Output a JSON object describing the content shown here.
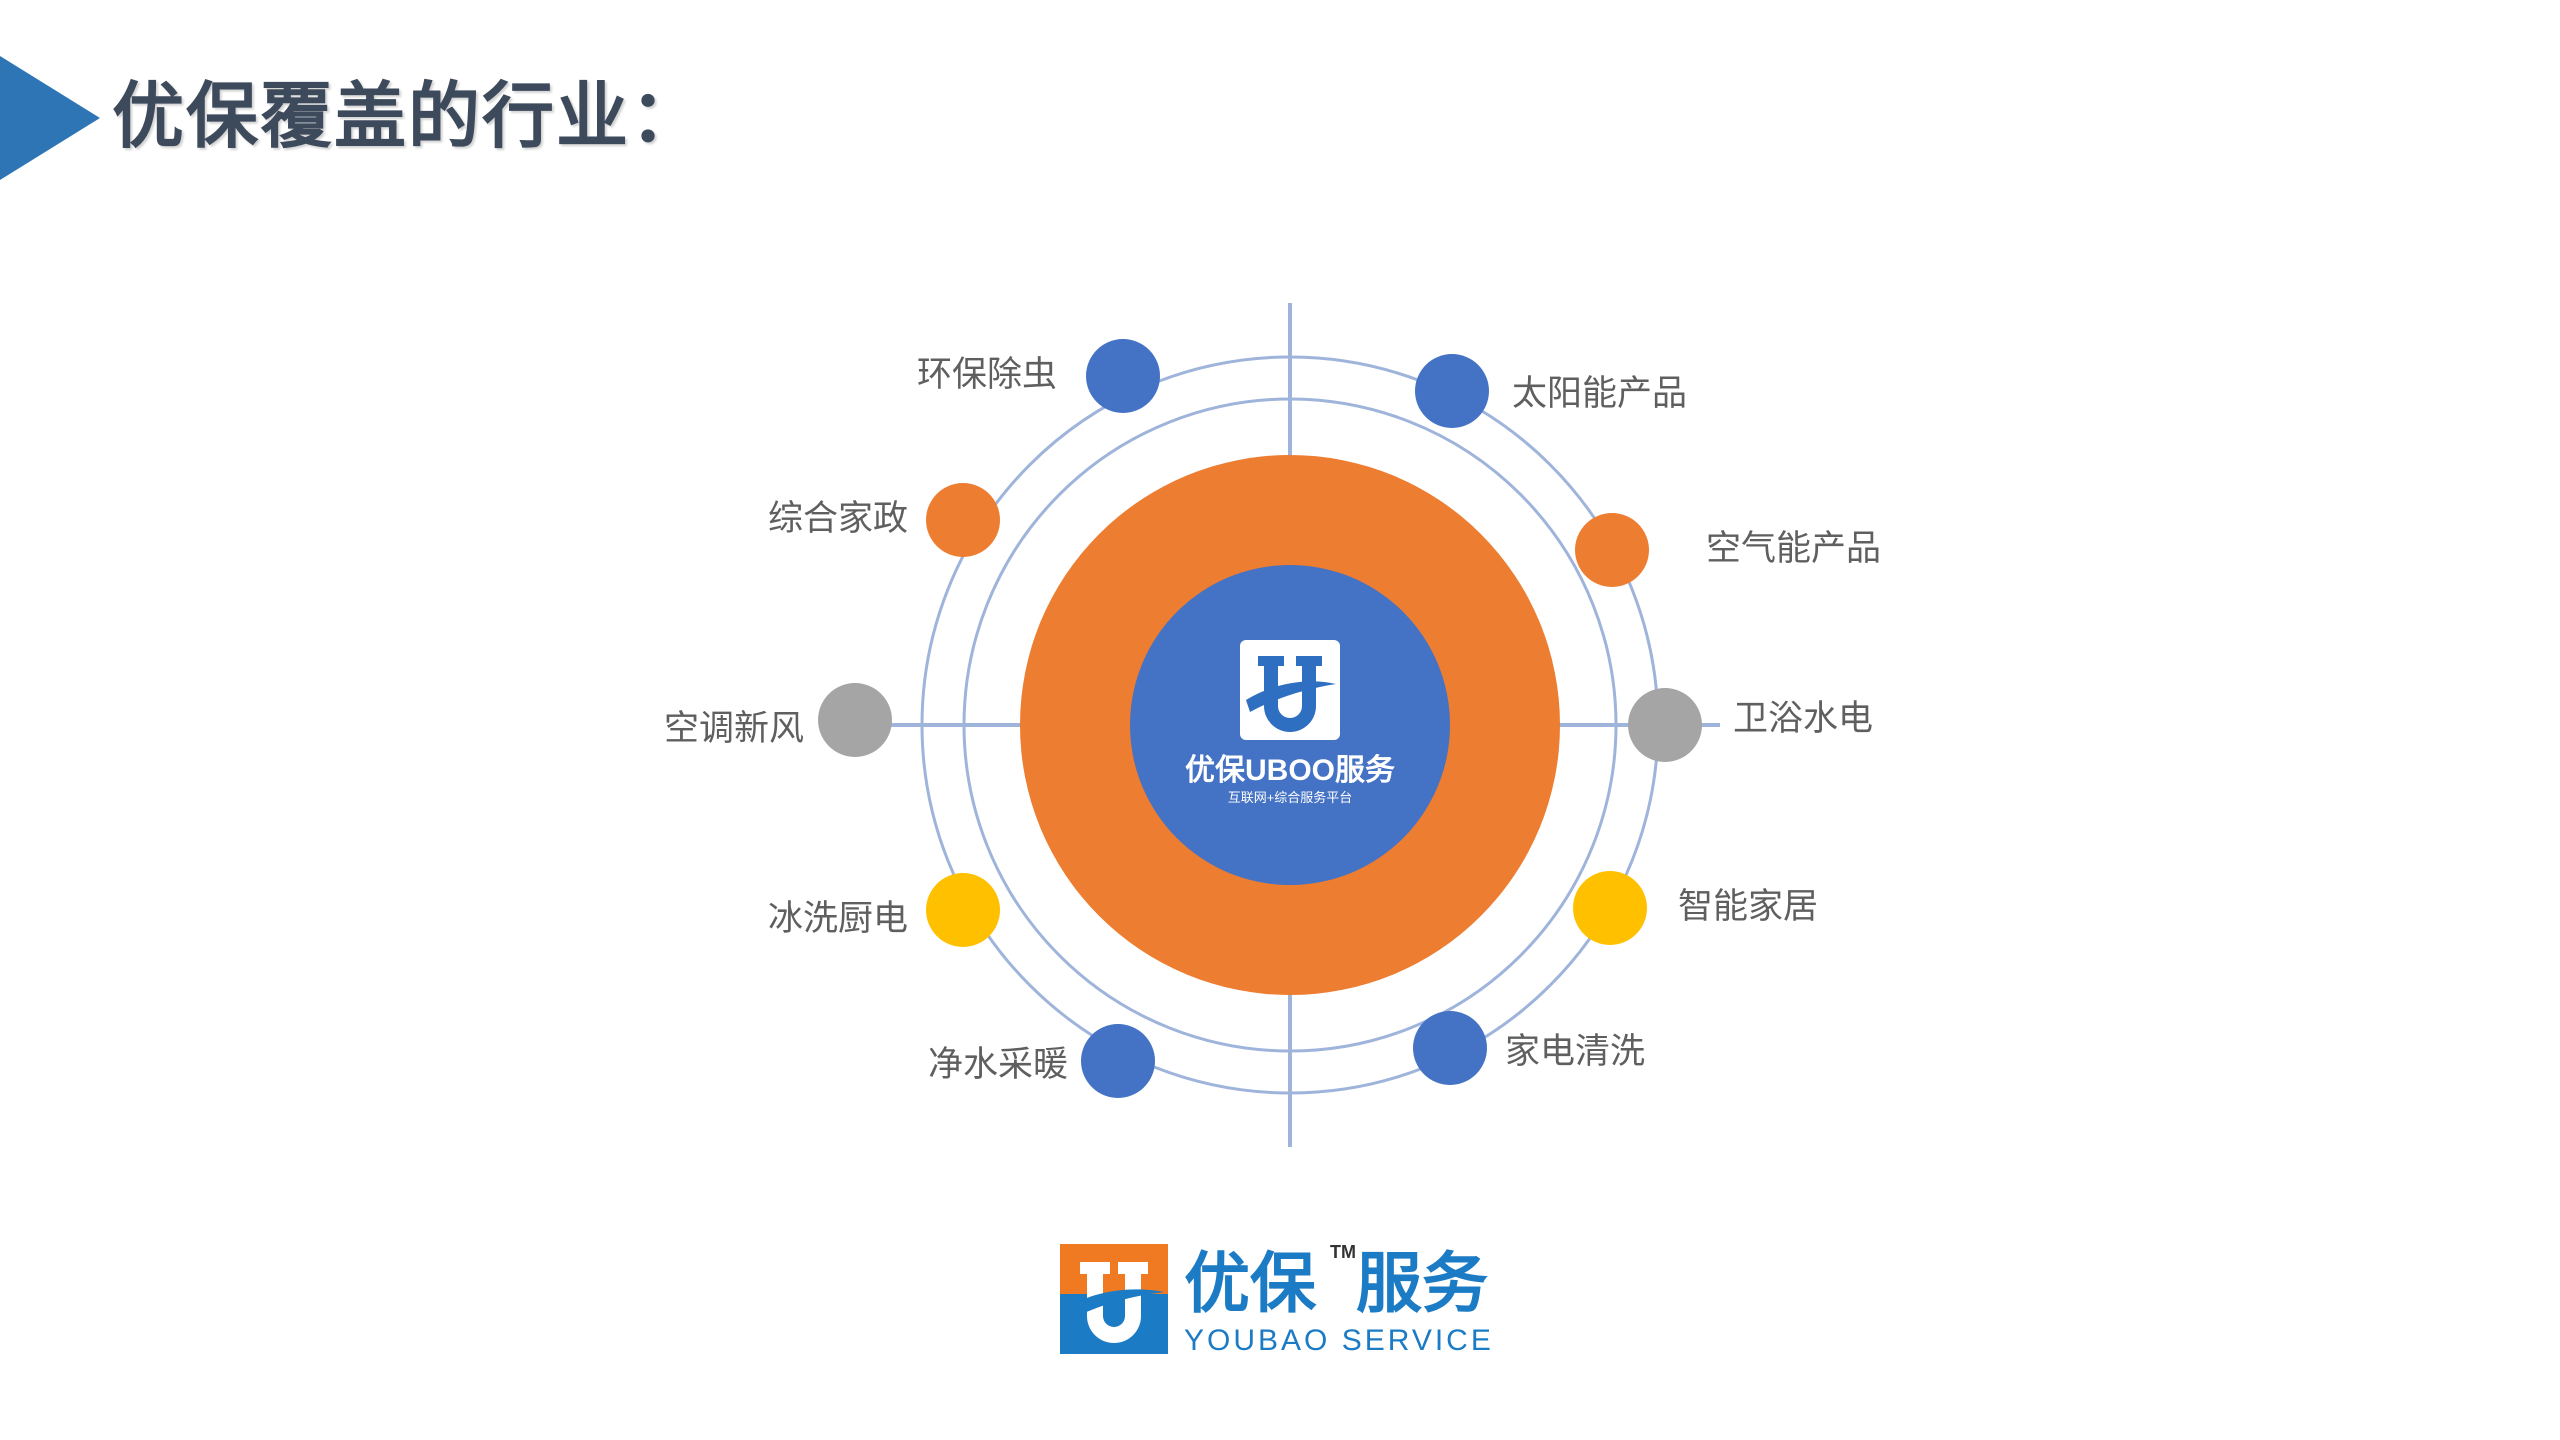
{
  "title": "优保覆盖的行业：",
  "center": {
    "name": "优保UBOO服务",
    "tagline": "互联网+综合服务平台",
    "tagline_sup": "+"
  },
  "nodes": [
    {
      "label": "环保除虫",
      "color": "#4472c4"
    },
    {
      "label": "太阳能产品",
      "color": "#4472c4"
    },
    {
      "label": "综合家政",
      "color": "#ed7d31"
    },
    {
      "label": "空气能产品",
      "color": "#ed7d31"
    },
    {
      "label": "空调新风",
      "color": "#a5a5a5"
    },
    {
      "label": "卫浴水电",
      "color": "#a5a5a5"
    },
    {
      "label": "冰洗厨电",
      "color": "#ffc000"
    },
    {
      "label": "智能家居",
      "color": "#ffc000"
    },
    {
      "label": "净水采暖",
      "color": "#4472c4"
    },
    {
      "label": "家电清洗",
      "color": "#4472c4"
    }
  ],
  "colors": {
    "accent_blue": "#4472c4",
    "accent_orange": "#ed7d31",
    "ring_line": "#9fb4db",
    "title_text": "#3d4a5c",
    "brand_blue": "#1b7bc4"
  },
  "footer_logo": {
    "cn": "优保",
    "cn2": "服务",
    "tm": "TM",
    "en": "YOUBAO SERVICE"
  }
}
